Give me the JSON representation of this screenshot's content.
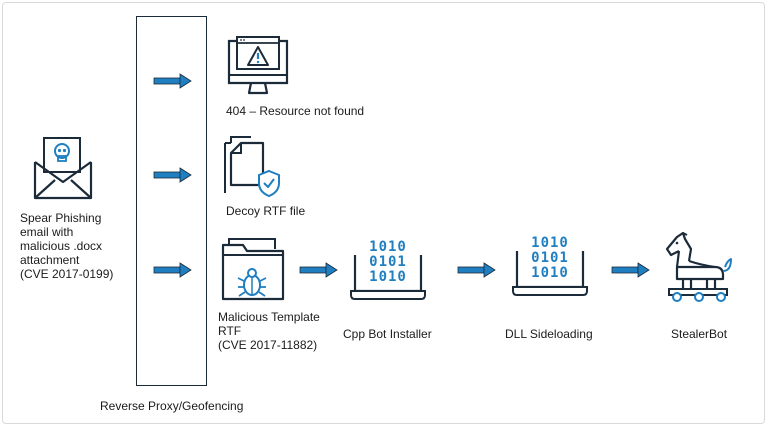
{
  "nodes": {
    "email": {
      "label": "Spear Phishing\nemail with\nmalicious .docx\nattachment\n(CVE 2017-0199)",
      "icon": "envelope-skull-icon"
    },
    "not_found": {
      "label": "404 – Resource not found",
      "icon": "monitor-warning-icon"
    },
    "decoy": {
      "label": "Decoy RTF file",
      "icon": "document-shield-icon"
    },
    "template": {
      "label": "Malicious Template\nRTF\n(CVE 2017-11882)",
      "icon": "folder-bug-icon"
    },
    "installer": {
      "label": "Cpp Bot Installer",
      "icon": "laptop-binary-icon"
    },
    "sideload": {
      "label": "DLL Sideloading",
      "icon": "laptop-binary-icon"
    },
    "stealer": {
      "label": "StealerBot",
      "icon": "trojan-horse-icon"
    }
  },
  "binary_lines": [
    "1010",
    "0101",
    "1010"
  ],
  "proxy_label": "Reverse Proxy/Geofencing",
  "colors": {
    "accent": "#1f7fc1",
    "icon_dark": "#1c2b3a",
    "border": "#d9d9d9"
  }
}
